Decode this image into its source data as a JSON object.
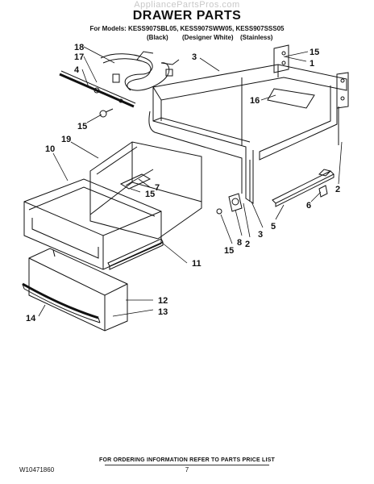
{
  "watermark": "AppliancePartsPros.com",
  "title": "DRAWER PARTS",
  "models_line": "For Models: KESS907SBL05, KESS907SWW05, KESS907SSS05",
  "finishes": [
    "(Black)",
    "(Designer White)",
    "(Stainless)"
  ],
  "callouts": [
    "18",
    "17",
    "4",
    "15",
    "10",
    "19",
    "7",
    "15",
    "12",
    "14",
    "13",
    "11",
    "3",
    "1",
    "15",
    "16",
    "2",
    "6",
    "5",
    "3",
    "2",
    "8",
    "15"
  ],
  "footer": {
    "doc_number": "W10471860",
    "ordering_note": "FOR ORDERING INFORMATION REFER TO PARTS PRICE LIST",
    "page": "7"
  }
}
